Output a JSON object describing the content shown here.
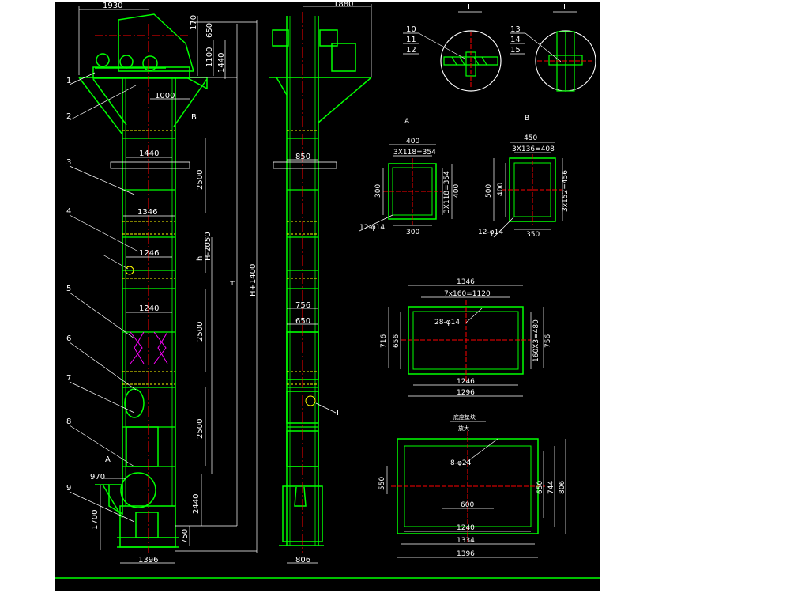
{
  "colors": {
    "background": "#000000",
    "structure": "#00ff00",
    "dimension": "#ffffff",
    "center_line": "#ff0000",
    "chain": "#ffff00",
    "leader": "#ffffff",
    "label": "#00ffff",
    "magenta": "#ff00ff"
  },
  "elevation": {
    "dims": {
      "top_width": "1930",
      "d170": "170",
      "d650": "650",
      "d1100": "1100",
      "d1440r": "1440",
      "d1000": "1000",
      "d1440": "1440",
      "d1346": "1346",
      "d1246": "1246",
      "d1240": "1240",
      "d2500a": "2500",
      "h": "h",
      "hm2050": "H-2050",
      "bigH": "H",
      "hp1400": "H+1400",
      "d2500b": "2500",
      "d2500c": "2500",
      "d2440": "2440",
      "d970": "970",
      "d1700": "1700",
      "d750": "750",
      "d1396": "1396"
    },
    "part_numbers": [
      "1",
      "2",
      "3",
      "4",
      "5",
      "6",
      "7",
      "8",
      "9"
    ],
    "marker_I": "I",
    "marker_A": "A",
    "marker_B": "B"
  },
  "side": {
    "dims": {
      "top": "1880",
      "d850": "850",
      "d756": "756",
      "d650": "650",
      "d806": "806"
    },
    "marker_II": "II"
  },
  "details": {
    "I": {
      "title": "I",
      "labels": [
        "10",
        "11",
        "12"
      ]
    },
    "II": {
      "title": "II",
      "labels": [
        "13",
        "14",
        "15"
      ]
    }
  },
  "flangeA": {
    "title": "A",
    "d400": "400",
    "d3x118": "3X118=354",
    "d300l": "300",
    "d3x118v": "3X118=354",
    "d400r": "400",
    "d300b": "300",
    "holes": "12-φ14"
  },
  "flangeB": {
    "title": "B",
    "d450": "450",
    "d3x136": "3X136=408",
    "d500": "500",
    "d400": "400",
    "d3x152": "3x152=456",
    "d350": "350",
    "holes": "12-φ14"
  },
  "flange1346": {
    "d1346": "1346",
    "d7x160": "7x160=1120",
    "holes": "28-φ14",
    "d716": "716",
    "d656": "656",
    "d160x3": "160X3=480",
    "d756": "756",
    "d1246": "1246",
    "d1296": "1296"
  },
  "base": {
    "title_top": "底座垫块",
    "title_bot": "放大",
    "holes": "8-φ24",
    "d550": "550",
    "d650": "650",
    "d744": "744",
    "d806": "806",
    "d600": "600",
    "d1240": "1240",
    "d1334": "1334",
    "d1396": "1396"
  }
}
